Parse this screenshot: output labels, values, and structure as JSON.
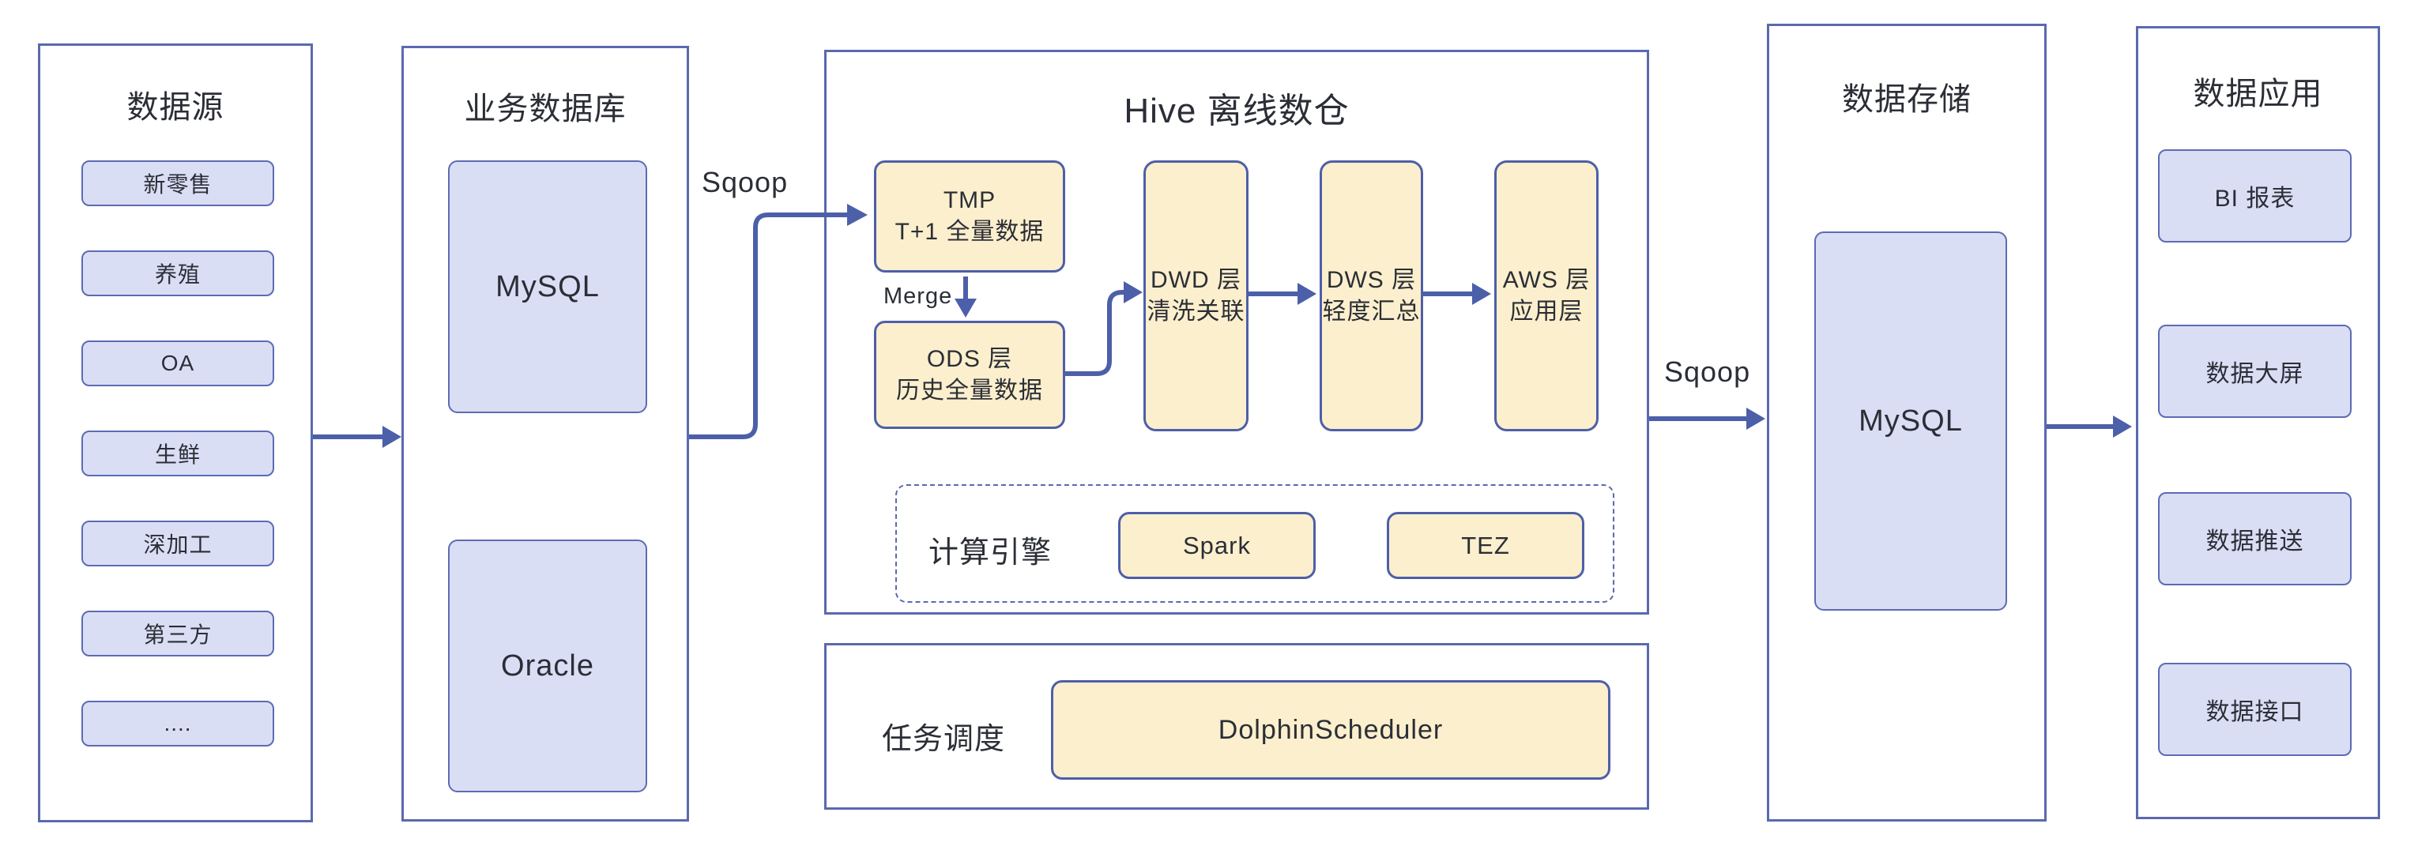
{
  "colors": {
    "panel_border": "#5b69b0",
    "purple_fill": "#dadef5",
    "purple_border": "#5c6bb4",
    "yellow_fill": "#fcefcd",
    "yellow_border": "#4d5fa9",
    "arrow": "#4c5fa9",
    "text": "#2f323b"
  },
  "labels": {
    "sqoop_in": "Sqoop",
    "sqoop_out": "Sqoop",
    "merge": "Merge"
  },
  "panels": {
    "sources": {
      "title": "数据源",
      "items": [
        "新零售",
        "养殖",
        "OA",
        "生鲜",
        "深加工",
        "第三方",
        "...."
      ]
    },
    "business_db": {
      "title": "业务数据库",
      "mysql": "MySQL",
      "oracle": "Oracle"
    },
    "hive": {
      "title": "Hive 离线数仓",
      "tmp": {
        "line1": "TMP",
        "line2": "T+1 全量数据"
      },
      "ods": {
        "line1": "ODS 层",
        "line2": "历史全量数据"
      },
      "dwd": {
        "line1": "DWD 层",
        "line2": "清洗关联"
      },
      "dws": {
        "line1": "DWS 层",
        "line2": "轻度汇总"
      },
      "aws": {
        "line1": "AWS 层",
        "line2": "应用层"
      },
      "engine": {
        "label": "计算引擎",
        "spark": "Spark",
        "tez": "TEZ"
      }
    },
    "scheduler": {
      "label": "任务调度",
      "item": "DolphinScheduler"
    },
    "storage": {
      "title": "数据存储",
      "mysql": "MySQL"
    },
    "apps": {
      "title": "数据应用",
      "items": [
        "BI 报表",
        "数据大屏",
        "数据推送",
        "数据接口"
      ]
    }
  }
}
